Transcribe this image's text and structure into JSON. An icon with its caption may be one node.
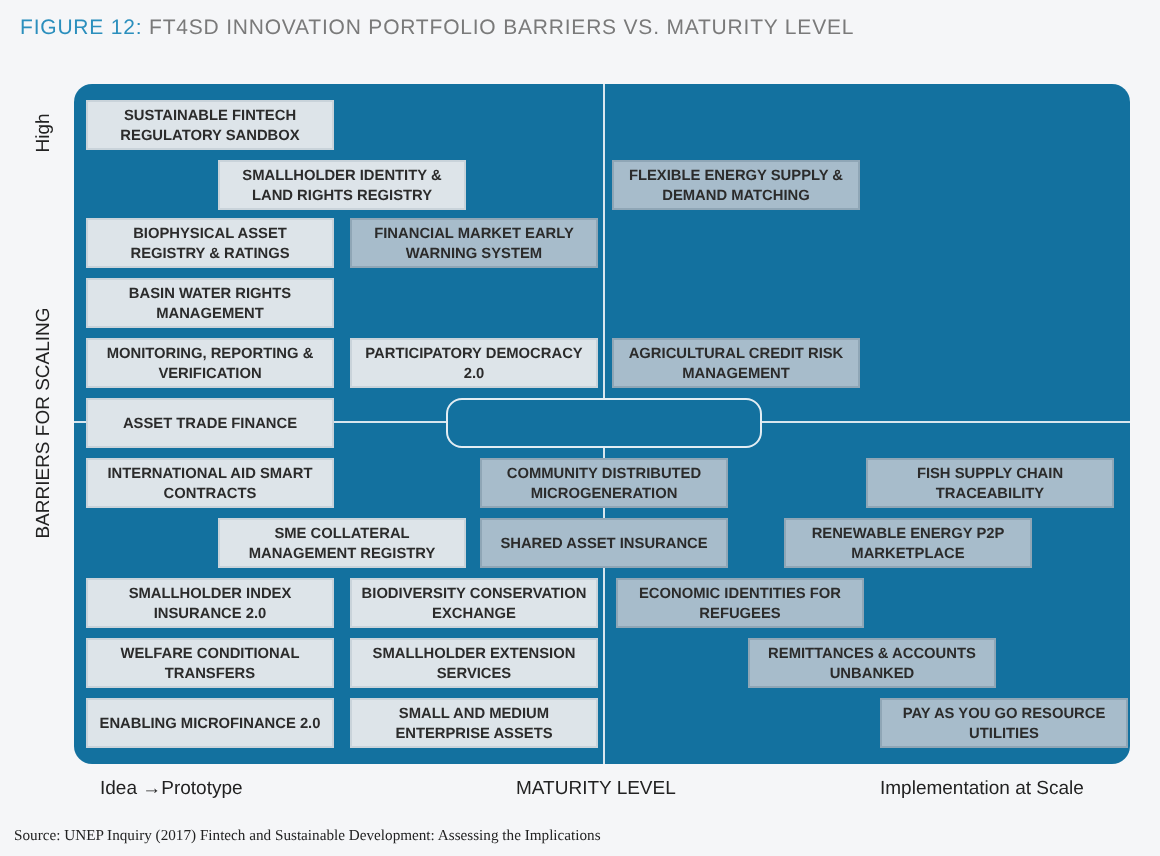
{
  "diagram": {
    "title": "**FIGURE 12:** FT4SD INNOVATION PORTFOLIO BARRIERS VS. MATURITY LEVEL",
    "caption": "Source: UNEP Inquiry (2017) Fintech and Sustainable Development: Assessing the Implications",
    "nodes": [
      {
        "text": [
          "SUSTAINABLE FINTECH REGULATORY SANDBOX"
        ]
      },
      {
        "text": [
          "SMALLHOLDER IDENTITY & LAND RIGHTS REGISTRY"
        ]
      },
      {
        "text": [
          "FLEXIBLE ENERGY SUPPLY & DEMAND MATCHING"
        ]
      },
      {
        "text": [
          "BIOPHYSICAL ASSET REGISTRY & RATINGS"
        ]
      },
      {
        "text": [
          "FINANCIAL MARKET EARLY WARNING SYSTEM"
        ]
      },
      {
        "text": [
          "BASIN WATER RIGHTS MANAGEMENT"
        ]
      },
      {
        "text": [
          "MONITORING, REPORTING & VERIFICATION"
        ]
      },
      {
        "text": [
          "PARTICIPATORY DEMOCRACY 2.0"
        ]
      },
      {
        "text": [
          "AGRICULTURAL CREDIT RISK MANAGEMENT"
        ]
      },
      {
        "text": [
          "ASSET TRADE FINANCE"
        ]
      },
      {
        "text": [],
        "shape": "box"
      },
      {
        "text": [
          "INTERNATIONAL AID SMART CONTRACTS"
        ]
      },
      {
        "text": [
          "COMMUNITY DISTRIBUTED MICROGENERATION"
        ]
      },
      {
        "text": [
          "FISH SUPPLY CHAIN TRACEABILITY"
        ]
      },
      {
        "text": [
          "SME COLLATERAL MANAGEMENT REGISTRY"
        ]
      },
      {
        "text": [
          "SHARED ASSET INSURANCE"
        ]
      },
      {
        "text": [
          "RENEWABLE ENERGY P2P MARKETPLACE"
        ]
      },
      {
        "text": [
          "SMALLHOLDER INDEX INSURANCE 2.0"
        ]
      },
      {
        "text": [
          "BIODIVERSITY CONSERVATION EXCHANGE"
        ]
      },
      {
        "text": [
          "ECONOMIC IDENTITIES FOR REFUGEES"
        ]
      },
      {
        "text": [
          "WELFARE CONDITIONAL TRANSFERS"
        ]
      },
      {
        "text": [
          "SMALLHOLDER EXTENSION SERVICES"
        ]
      },
      {
        "text": [
          "REMITTANCES & ACCOUNTS UNBANKED"
        ]
      },
      {
        "text": [
          "ENABLING MICROFINANCE 2.0"
        ]
      },
      {
        "text": [
          "SMALL AND MEDIUM ENTERPRISE ASSETS"
        ]
      },
      {
        "text": [
          "PAY AS YOU GO RESOURCE UTILITIES"
        ]
      }
    ],
    "edges": [],
    "labels": [
      "High",
      "BARRIERS FOR SCALING",
      "Idea →Prototype",
      "MATURITY LEVEL",
      "Implementation at Scale"
    ]
  }
}
